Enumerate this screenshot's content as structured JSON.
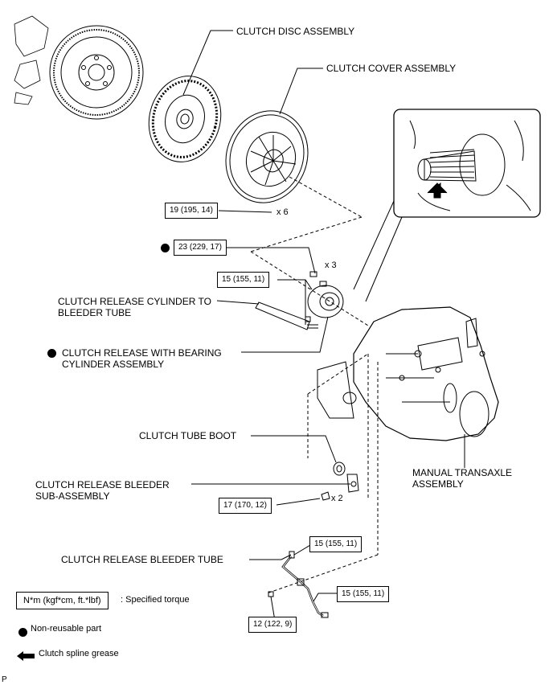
{
  "labels": {
    "clutch_disc": "CLUTCH DISC ASSEMBLY",
    "clutch_cover": "CLUTCH COVER ASSEMBLY",
    "release_cyl_tube_1": "CLUTCH RELEASE CYLINDER TO",
    "release_cyl_tube_2": "BLEEDER TUBE",
    "release_bearing_1": "CLUTCH RELEASE WITH BEARING",
    "release_bearing_2": "CYLINDER ASSEMBLY",
    "tube_boot": "CLUTCH TUBE BOOT",
    "bleeder_sub_1": "CLUTCH RELEASE BLEEDER",
    "bleeder_sub_2": "SUB-ASSEMBLY",
    "manual_transaxle_1": "MANUAL TRANSAXLE",
    "manual_transaxle_2": "ASSEMBLY",
    "bleeder_tube": "CLUTCH RELEASE BLEEDER TUBE"
  },
  "torque": {
    "cover_bolts": "19 (195, 14)",
    "cover_bolts_qty": "x 6",
    "bearing_bolts": "23 (229, 17)",
    "bearing_bolts_qty": "x 3",
    "cyl_tube_nut": "15 (155, 11)",
    "bleeder_bolts": "17 (170, 12)",
    "bleeder_bolts_qty": "x 2",
    "bleeder_tube_upper": "15 (155, 11)",
    "bleeder_tube_lower": "15 (155, 11)",
    "bleeder_tube_bolt": "12 (122, 9)"
  },
  "legend": {
    "torque_unit": "N*m (kgf*cm, ft.*lbf)",
    "torque_desc": ": Specified torque",
    "non_reusable": "Non-reusable part",
    "spline_grease": "Clutch spline grease"
  },
  "corner_mark": "P"
}
